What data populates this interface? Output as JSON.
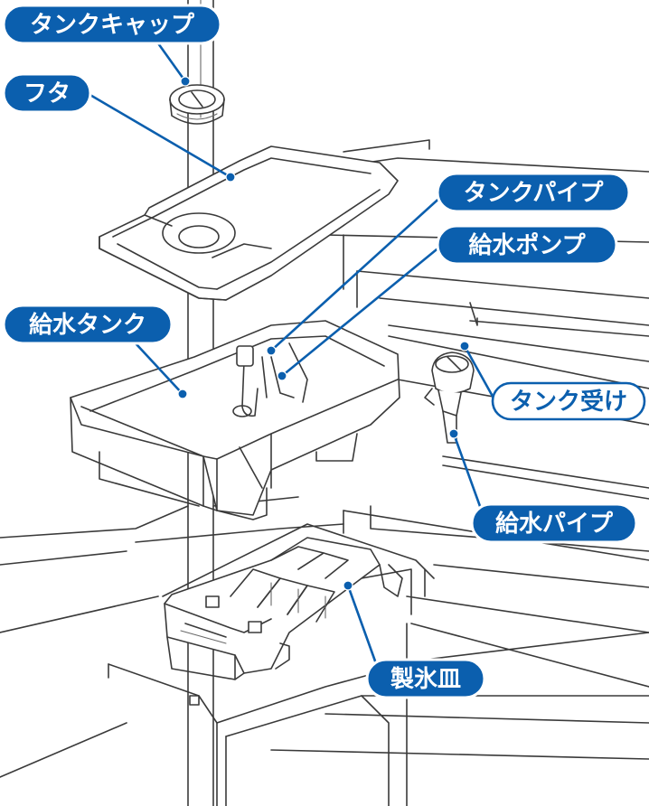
{
  "labels": {
    "tank_cap": "タンクキャップ",
    "lid": "フタ",
    "tank_pipe": "タンクパイプ",
    "water_pump": "給水ポンプ",
    "water_tank": "給水タンク",
    "tank_holder": "タンク受け",
    "supply_pipe": "給水パイプ",
    "ice_tray": "製氷皿"
  },
  "colors": {
    "label_fill": "#0b5fae",
    "label_text": "#ffffff",
    "line_art": "#3a3a3a",
    "background": "#ffffff"
  }
}
